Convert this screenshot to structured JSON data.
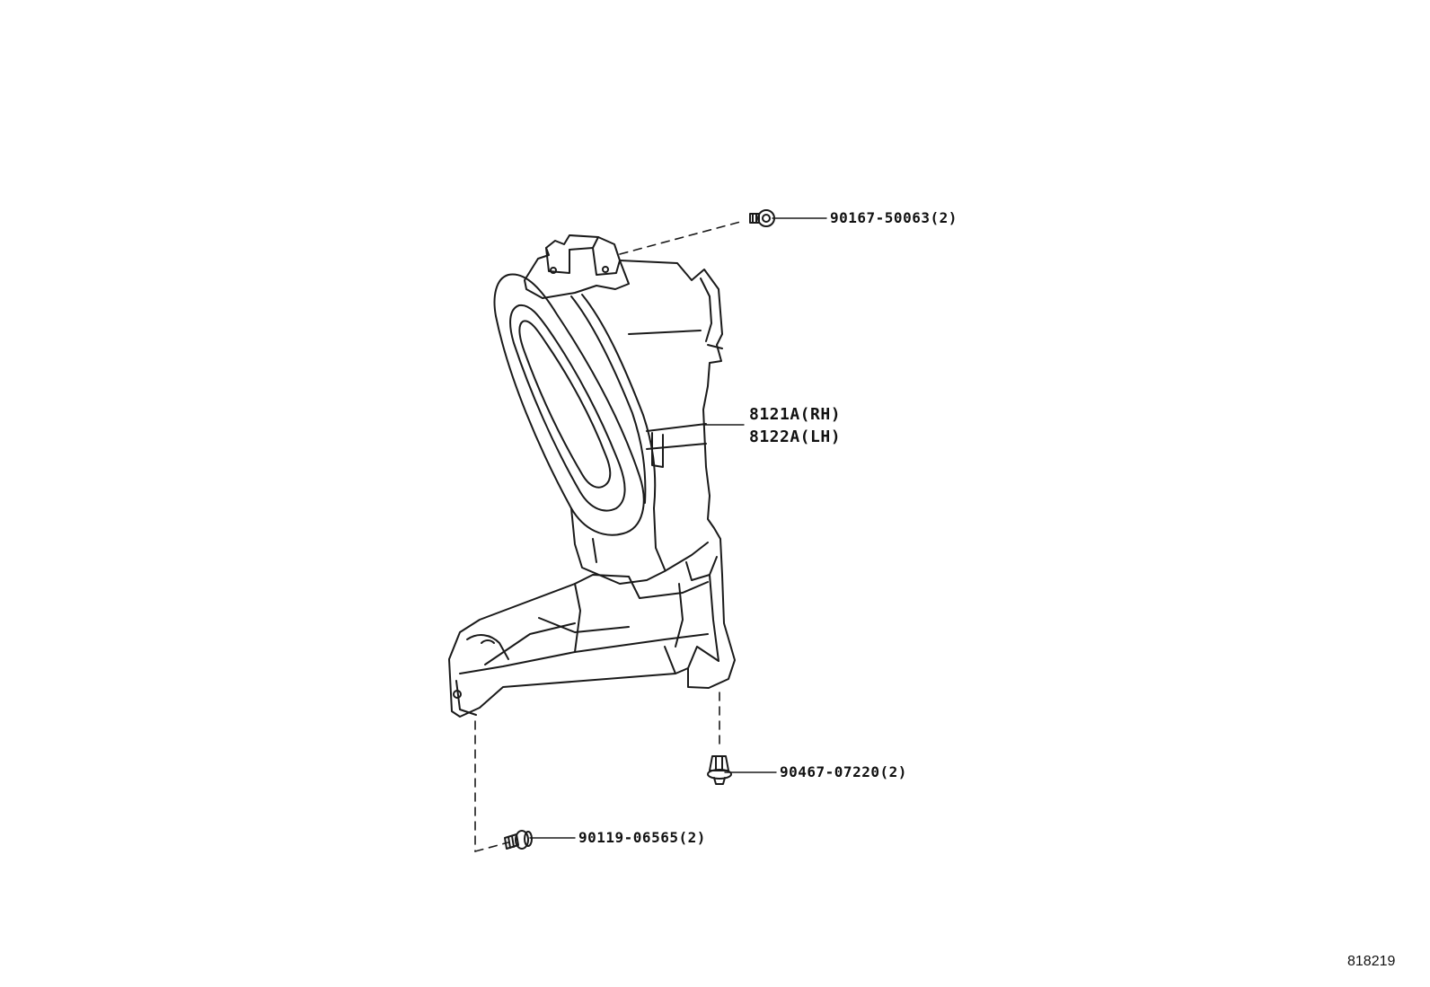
{
  "labels": {
    "bolt_top": "90167-50063(2)",
    "lamp_rh": "8121A(RH)",
    "lamp_lh": "8122A(LH)",
    "clip_right": "90467-07220(2)",
    "screw_bottom": "90119-06565(2)"
  },
  "figure_number": "818219",
  "colors": {
    "line": "#1a1a1a",
    "background": "#ffffff"
  }
}
